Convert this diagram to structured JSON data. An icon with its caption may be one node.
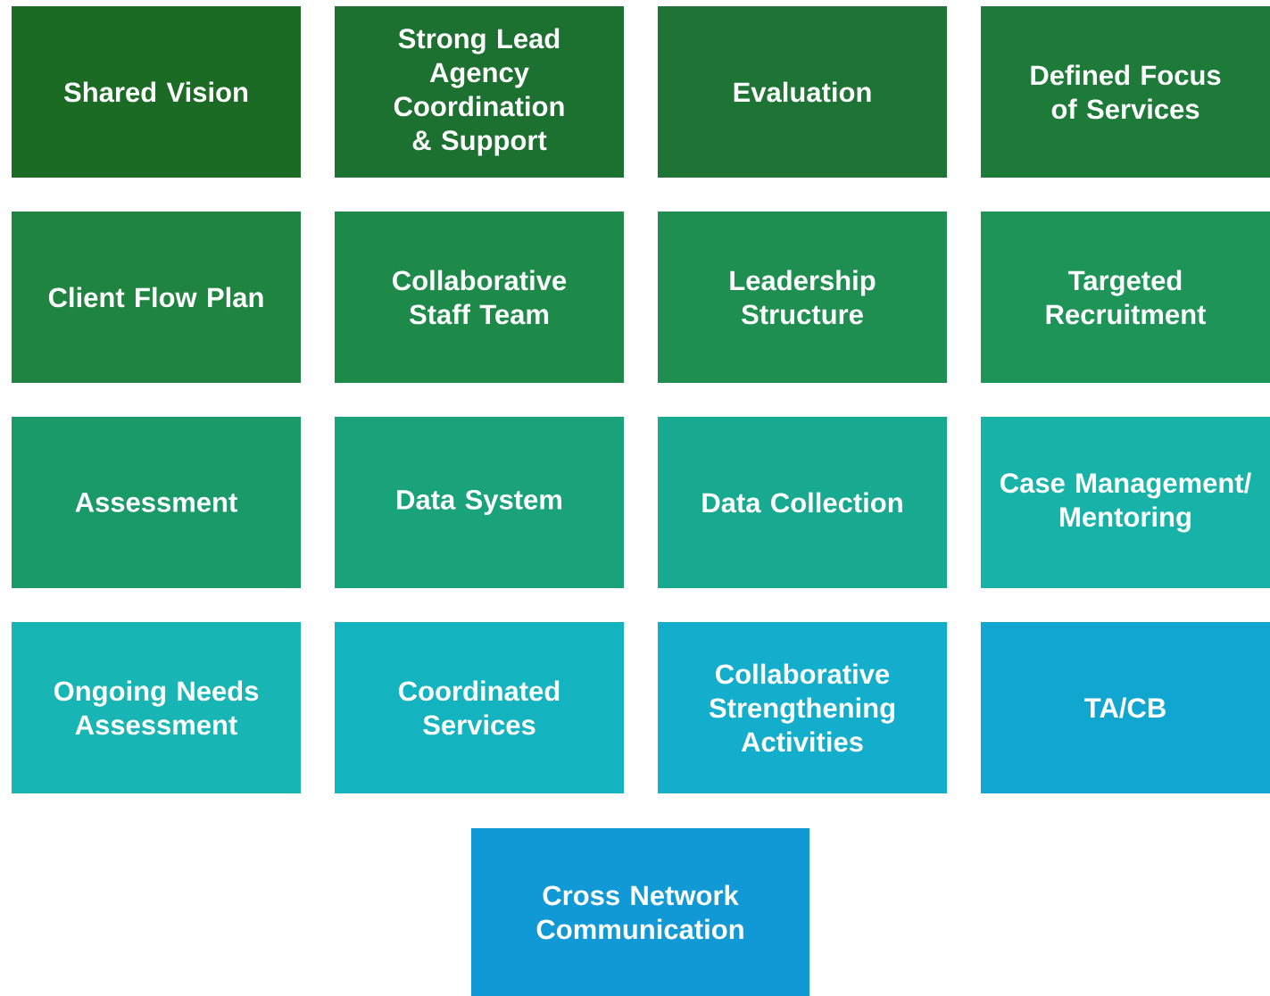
{
  "diagram": {
    "nodes": [
      {
        "text": [
          "Shared Vision"
        ]
      },
      {
        "text": [
          "Strong Lead Agency Coordination & Support"
        ]
      },
      {
        "text": [
          "Evaluation"
        ]
      },
      {
        "text": [
          "Defined Focus of Services"
        ]
      },
      {
        "text": [
          "Client Flow Plan"
        ]
      },
      {
        "text": [
          "Collaborative Staff Team"
        ]
      },
      {
        "text": [
          "Leadership Structure"
        ]
      },
      {
        "text": [
          "Targeted Recruitment"
        ]
      },
      {
        "text": [
          "Assessment"
        ]
      },
      {
        "text": [
          "Data System"
        ]
      },
      {
        "text": [
          "Data Collection"
        ]
      },
      {
        "text": [
          "Case Management/ Mentoring"
        ]
      },
      {
        "text": [
          "Ongoing Needs Assessment"
        ]
      },
      {
        "text": [
          "Coordinated Services"
        ]
      },
      {
        "text": [
          "Collaborative Strengthening Activities"
        ]
      },
      {
        "text": [
          "TA/CB"
        ]
      },
      {
        "text": [
          "Cross Network Communication"
        ]
      }
    ]
  }
}
